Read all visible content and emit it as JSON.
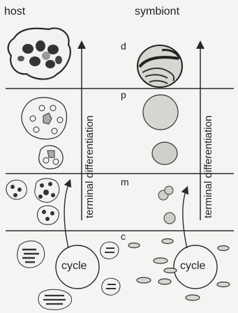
{
  "figure": {
    "columns": {
      "host": "host",
      "symbiont": "symbiont"
    },
    "axis_label": "terminal differentiation",
    "cycle_label": "cycle",
    "stages": [
      "d",
      "p",
      "m",
      "c"
    ],
    "colors": {
      "ink": "#2a2a2a",
      "cell_fill": "#e9e9e6",
      "grain": "#b9b9b4",
      "dark": "#3a3a3a"
    }
  }
}
